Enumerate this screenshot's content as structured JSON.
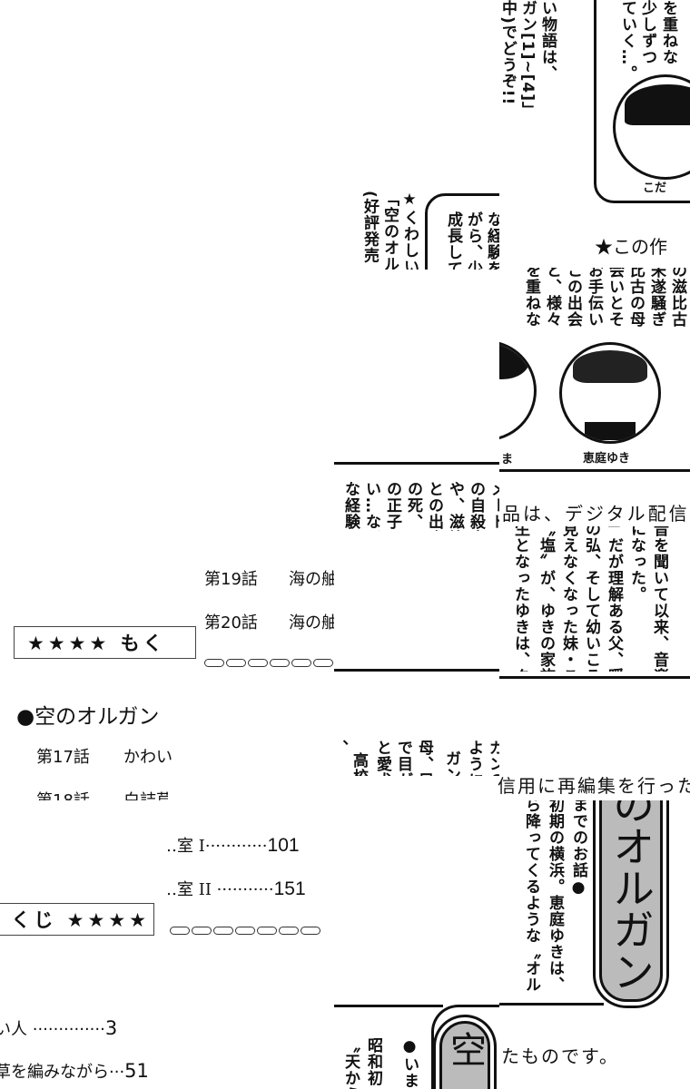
{
  "top_right": {
    "promo_cols": [
      "い物語は、",
      "ガン[1]~[4]」",
      "中)でどうぞ!!"
    ],
    "box_cols": [
      "を重ねな",
      "少しずつ",
      "ていく…。"
    ],
    "face_label": "こだ"
  },
  "promo_left": {
    "cols": [
      "★くわしい",
      "「空のオル",
      "(好評発売"
    ],
    "box_cols": [
      "な経験を重ね",
      "がら、少",
      "成長して"
    ]
  },
  "notice_heading": "★この作",
  "characters_block": {
    "cols": [
      "の滋比古",
      "未遂騒ぎ",
      "比古の母",
      "会いとそ",
      "お手伝い",
      "この出会",
      "と、様々",
      "を重ねな"
    ],
    "face_left_label": "ま",
    "face_right_label": "恵庭ゆき"
  },
  "story_mid_left": {
    "cols": [
      "メートの",
      "の自殺未",
      "や、滋比",
      "との出会",
      "の死、そ",
      "の正子と",
      "い…など",
      "な経験を"
    ]
  },
  "notice_line1": "品は、デジタル配信",
  "story_mid_right": {
    "cols": [
      "音を聞いて以来、音楽を志",
      "になった。",
      "」だが理解ある父、暖かい",
      "の弘、そして幼いころ熱病",
      "見えなくなった妹・こだま",
      "〝塩〟が、ゆきの家族。",
      "生となったゆきは、クラス"
    ]
  },
  "toc_right": {
    "items": [
      {
        "episode": "第19話",
        "title": "海の舳"
      },
      {
        "episode": "第20話",
        "title": "海の舳"
      }
    ],
    "entries": [
      {
        "title": "…室 I",
        "page": "101"
      },
      {
        "title": "…室 II",
        "page": "151"
      }
    ]
  },
  "toc_header_left": "★★★★ もく",
  "toc_header_right": "くじ ★★★★",
  "toc_left": {
    "series_title": "●空のオルガン",
    "items": [
      {
        "episode": "第17話",
        "title": "かわい"
      },
      {
        "episode": "第18話",
        "title": "白詰草"
      }
    ],
    "entries": [
      {
        "title": "い人",
        "page": "3"
      },
      {
        "title": "草を編みながら",
        "page": "51"
      }
    ]
  },
  "story_low_left": {
    "cols": [
      "ガンの音",
      "ように",
      "ガンコ",
      "母、兄の",
      "で目が見",
      "と愛犬",
      "高校生",
      "、"
    ]
  },
  "notice_line2": "信用に再編集を行った",
  "synopsis": {
    "cols": [
      "までのお話●",
      "初期の横浜。恵庭ゆきは、",
      "ら降ってくるような〝オル"
    ],
    "title_box": "のオルガン"
  },
  "synopsis_left": {
    "cols": [
      "●いまま",
      "昭和初",
      "〝天から"
    ],
    "title_box": "空"
  },
  "notice_line3": "たものです。"
}
